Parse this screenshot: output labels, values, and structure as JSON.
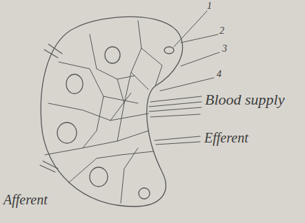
{
  "diagram": {
    "labels": [
      "1",
      "2",
      "3",
      "4",
      "Blood supply",
      "Efferent",
      "Afferent"
    ]
  }
}
